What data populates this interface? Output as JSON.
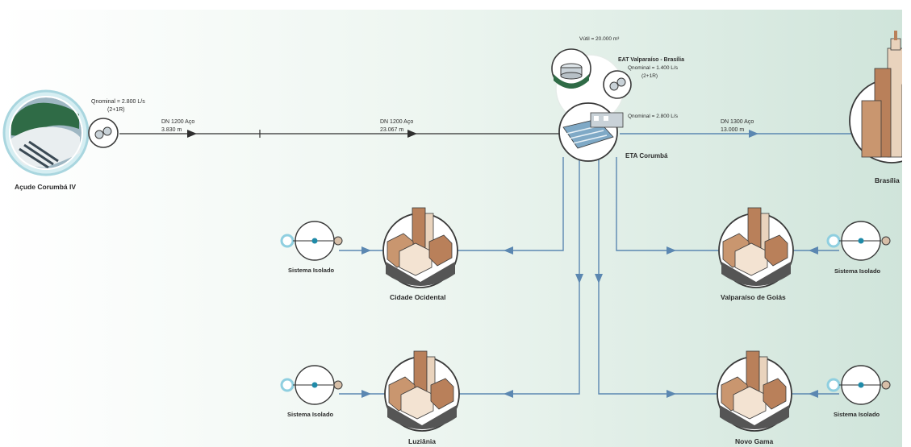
{
  "colors": {
    "pipe": "#5b87b1",
    "main_pipe": "#2f2f2f",
    "bg_left": "#ffffff",
    "bg_right": "#d2e6dc",
    "building_dark": "#b9805a",
    "building_light": "#e9d3bd"
  },
  "nodes": {
    "source": {
      "label": "Açude Corumbá IV",
      "flow": "Qnominal = 2.800 L/s",
      "units": "(2+1R)"
    },
    "eta": {
      "label": "ETA Corumbá",
      "flow": "Qnominal = 2.800 L/s"
    },
    "reservoir": {
      "volume": "Vútil = 20.000 m³"
    },
    "eat": {
      "name": "EAT Valparaíso - Brasília",
      "flow": "Qnominal = 1.400 L/s",
      "units": "(2+1R)"
    },
    "brasilia": {
      "label": "Brasília"
    },
    "cidade_ocidental": {
      "label": "Cidade Ocidental"
    },
    "valparaiso": {
      "label": "Valparaíso de Goiás"
    },
    "luziania": {
      "label": "Luziânia"
    },
    "novo_gama": {
      "label": "Novo Gama"
    },
    "isolado": {
      "label": "Sistema Isolado"
    }
  },
  "pipes": {
    "p1": {
      "spec": "DN 1200 Aço",
      "length": "3.830 m"
    },
    "p2": {
      "spec": "DN 1200 Aço",
      "length": "23.067 m"
    },
    "p3": {
      "spec": "DN 1300 Aço",
      "length": "13.000 m"
    }
  }
}
